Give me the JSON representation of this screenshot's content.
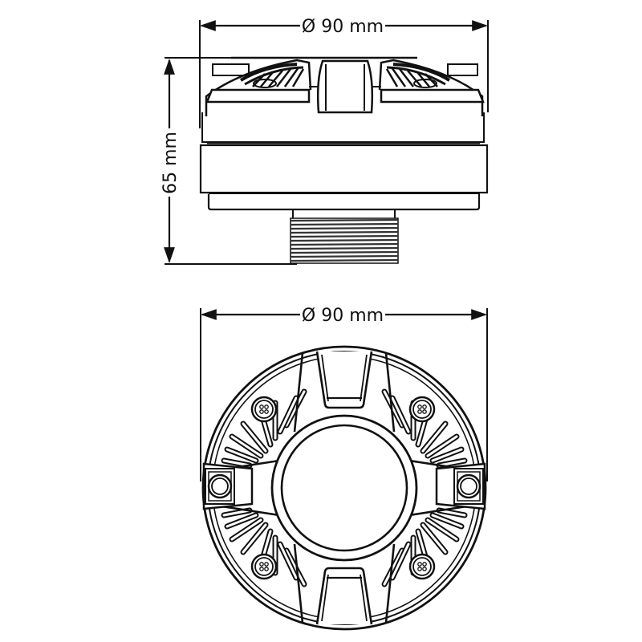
{
  "diagram": {
    "type": "technical-drawing",
    "subject": "compression driver (side and bottom views)",
    "line_color": "#111111",
    "background": "#ffffff"
  },
  "side_view": {
    "width_dimension": {
      "label": "Ø 90 mm",
      "value": 90,
      "unit": "mm"
    },
    "height_dimension": {
      "label": "65 mm",
      "value": 65,
      "unit": "mm"
    }
  },
  "bottom_view": {
    "width_dimension": {
      "label": "Ø 90 mm",
      "value": 90,
      "unit": "mm"
    },
    "screws": 4,
    "terminals": 2
  }
}
